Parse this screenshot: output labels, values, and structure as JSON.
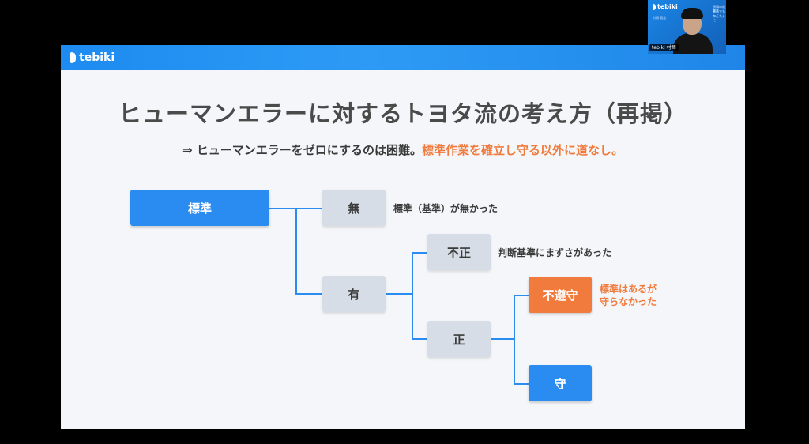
{
  "slide": {
    "brand": "tebiki",
    "title": "ヒューマンエラーに対するトヨタ流の考え方（再掲）",
    "subtitle_prefix": "⇒ ヒューマンエラーをゼロにするのは困難。",
    "subtitle_accent": "標準作業を確立し守る以外に道なし。"
  },
  "diagram": {
    "root": "標準",
    "none": "無",
    "none_note": "標準（基準）が無かった",
    "exists": "有",
    "incorrect": "不正",
    "incorrect_note": "判断基準にまずさがあった",
    "correct": "正",
    "noncompliance": "不遵守",
    "noncompliance_note_line1": "標準はあるが",
    "noncompliance_note_line2": "守らなかった",
    "compliance": "守"
  },
  "webcam": {
    "brand": "tebiki",
    "name_tag": "tebiki 村岡",
    "caption_name": "村岡 賢宏",
    "caption_lines": [
      "現場の教育を",
      "動画でもっと",
      "かんたんに"
    ]
  },
  "colors": {
    "blue": "#2a8cf0",
    "orange": "#f07b3d",
    "gray": "#d7dde6"
  }
}
